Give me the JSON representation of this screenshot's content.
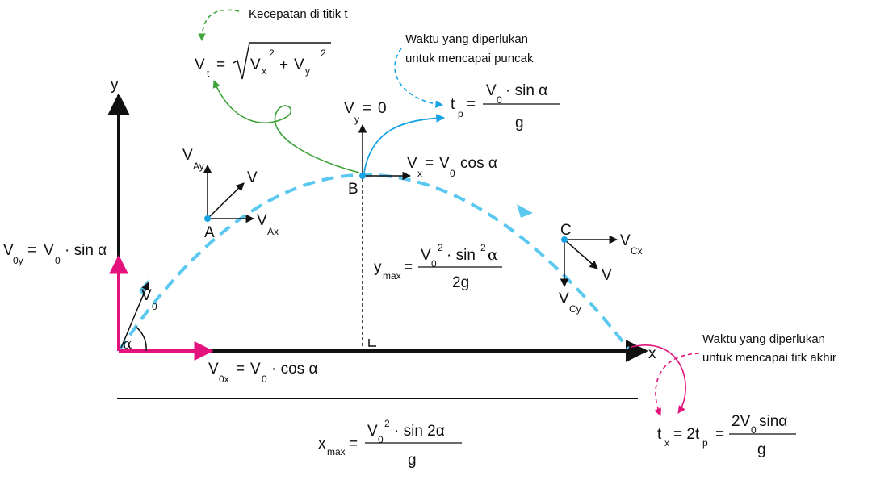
{
  "colors": {
    "trajectory": "#5bc8ef",
    "magenta": "#e4127d",
    "green": "#3da33a",
    "blue": "#1aa3e3",
    "ink": "#111111"
  },
  "axes": {
    "x": "x",
    "y": "y"
  },
  "points": {
    "A": "A",
    "B": "B",
    "C": "C"
  },
  "angle": "α",
  "labels": {
    "V": "V",
    "A": "A",
    "x": "x",
    "y": "y",
    "Ay": "Ay",
    "Ax": "Ax",
    "Cx": "Cx",
    "Cy": "Cy",
    "sub_0": "0",
    "sub_t": "t",
    "sub_p": "p",
    "sub_x": "x",
    "sub_y": "y",
    "sub_0y": "0y",
    "sub_0x": "0x",
    "sub_max": "max",
    "eq_sign": "=",
    "sup_2": "2",
    "g": "g",
    "two_g": "2g",
    "zero": "0",
    "sin_alpha": "sin α",
    "cos_alpha": "cos α",
    "dot_sin_alpha": "· sin α",
    "dot_cos_alpha": "· cos α",
    "dot_sin2": "· sin",
    "dot_sin_2alpha": "· sin 2α",
    "sin_alpha_tight": "sinα",
    "two_t": "= 2t",
    "two_v": "2V",
    "plus": "+"
  },
  "annotations": {
    "velocity_at_t": "Kecepatan di titik t",
    "time_to_peak_line1": "Waktu yang diperlukan",
    "time_to_peak_line2": "untuk mencapai puncak",
    "time_to_end_line1": "Waktu yang diperlukan",
    "time_to_end_line2": "untuk mencapai titk akhir"
  }
}
